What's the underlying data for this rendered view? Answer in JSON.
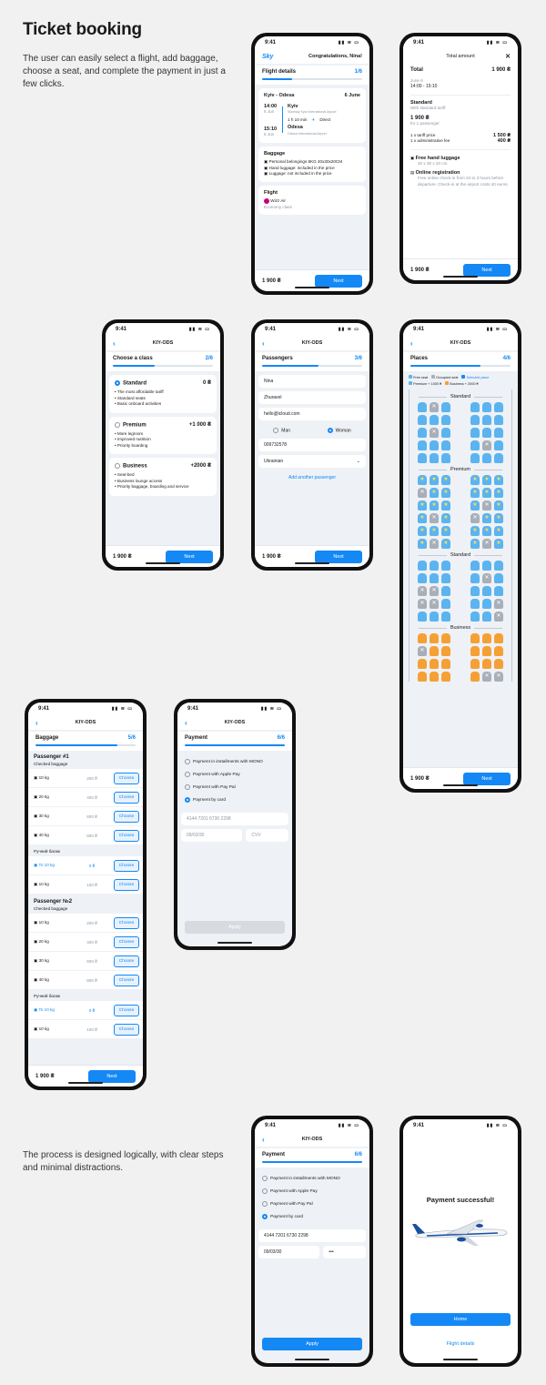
{
  "page": {
    "title": "Ticket booking",
    "desc1": "The user can easily select a flight, add baggage, choose a seat, and complete the payment in just a few clicks.",
    "desc2": "The process is designed logically, with clear steps and minimal distractions."
  },
  "status": {
    "time": "9:41"
  },
  "colors": {
    "accent": "#1488f5",
    "seat_free": "#5bb4f0",
    "seat_occ": "#a9afb8",
    "seat_business": "#f5a035"
  },
  "common": {
    "route": "KIY-ODS",
    "price": "1 900 ₴",
    "next": "Next",
    "currency": "₴"
  },
  "s1": {
    "brand": "Sky",
    "greet": "Congratulations, Nina!",
    "step": "Flight details",
    "count": "1/6",
    "route": "Kyiv - Odesa",
    "date": "6 June",
    "dep_time": "14:00",
    "dep_date": "6 Jun",
    "dep_city": "Kyiv",
    "dep_air": "Sikorsky Kyiv International Airport",
    "dur": "1 h 10 min",
    "direct": "Direct",
    "arr_time": "15:10",
    "arr_date": "6 Jun",
    "arr_city": "Odesa",
    "arr_air": "Odesa International Airport",
    "bag_title": "Baggage",
    "bag1": "Personal belongings 8KG 40x30x20CM",
    "bag2": "Hand luggage: included in the price",
    "bag3": "Luggage: not included in the price",
    "fl_title": "Flight",
    "airline": "Wizz Air",
    "cls": "Economy class"
  },
  "s2": {
    "title": "Total amount",
    "total": "Total",
    "total_v": "1 900 ₴",
    "date": "June 6",
    "time": "14:00 - 15:10",
    "std": "Standard",
    "std_sub": "With standard tariff",
    "std_v": "1 900 ₴",
    "std_for": "for 1 passenger",
    "l1": "1 x tariff price",
    "l1v": "1 500 ₴",
    "l2": "1 x administrative fee",
    "l2v": "400 ₴",
    "hl": "Free hand luggage",
    "hl_sub": "40 x 30 x 20 cm",
    "or": "Online registration",
    "or_sub": "Free online check-in from 24 to 3 hours before departure. Check-in at the airport costs 40 euros."
  },
  "s3": {
    "step": "Choose a class",
    "count": "2/6",
    "c1": "Standard",
    "c1v": "0 ₴",
    "c1a": "The most affordable tariff",
    "c1b": "Standard seats",
    "c1c": "Basic onboard activities",
    "c2": "Premium",
    "c2v": "+1 000 ₴",
    "c2a": "More legroom",
    "c2b": "Improved nutrition",
    "c2c": "Priority boarding",
    "c3": "Business",
    "c3v": "+2000 ₴",
    "c3a": "Seat-bed",
    "c3b": "Business lounge access",
    "c3c": "Priority baggage, boarding and service"
  },
  "s4": {
    "step": "Passengers",
    "count": "3/6",
    "name": "Nina",
    "surname": "Zhuravel",
    "email": "hello@icloud.com",
    "man": "Man",
    "woman": "Woman",
    "doc": "009732578",
    "country": "Ukrainian",
    "add": "Add another passenger"
  },
  "s5": {
    "step": "Places",
    "count": "4/6",
    "free": "Free seat",
    "occ": "Occupied seat",
    "sel": "Selected place",
    "prem": "Premium + 1000 ₴",
    "bus": "Business + 2000 ₴",
    "sec1": "Standard",
    "sec2": "Premium",
    "sec3": "Standard",
    "sec4": "Business"
  },
  "s6": {
    "step": "Baggage",
    "count": "5/6",
    "p1": "Passenger #1",
    "p2": "Passenger №2",
    "checked": "Checked baggage",
    "hand": "Ручний багаж",
    "choose": "Choose",
    "kg10": "10 kg",
    "kg20": "20 kg",
    "kg30": "30 kg",
    "kg40": "40 kg",
    "to10": "To 10 kg",
    "v200": "200 ₴",
    "v400": "400 ₴",
    "v600": "600 ₴",
    "v800": "800 ₴",
    "v0": "0 ₴",
    "v100": "100 ₴"
  },
  "s7": {
    "step": "Payment",
    "count": "6/6",
    "o1": "Payment in installments with MONO",
    "o2": "Payment with Apple Pay",
    "o3": "Payment with Pay Pal",
    "o4": "Payment by card",
    "card_ph": "4144 7201 6730 2298",
    "exp_ph": "09/03/30",
    "cvv_ph": "CVV",
    "apply": "Apply"
  },
  "s8": {
    "card": "4144 7201 6730 2298",
    "exp": "09/03/30",
    "cvv": "•••"
  },
  "s9": {
    "title": "Payment successful!",
    "home": "Home",
    "details": "Flight details"
  }
}
